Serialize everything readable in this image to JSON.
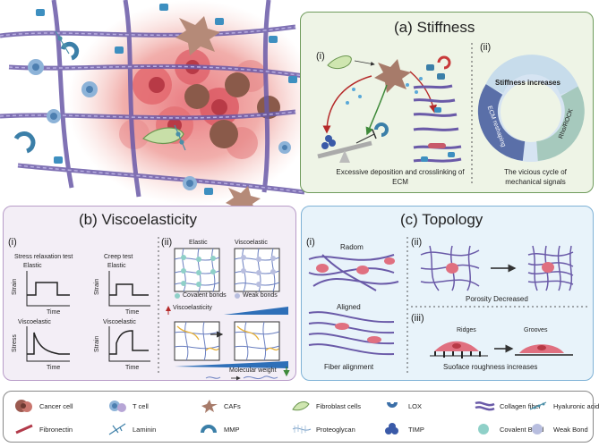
{
  "stiffness": {
    "title": "(a)  Stiffness",
    "sub_i": "(i)",
    "sub_ii": "(ii)",
    "caption_i": "Excessive deposition and crosslinking of ECM",
    "caption_ii": "The vicious cycle of mechanical signals",
    "ring_top": "Stiffness increases",
    "ring_left": "ECM reshaping",
    "ring_right": "Rho/ROCK",
    "colors": {
      "panel_bg": "#eef4e6",
      "panel_border": "#6f9b5c"
    }
  },
  "viscoelasticity": {
    "title": "(b)  Viscoelasticity",
    "sub_i": "(i)",
    "sub_ii": "(ii)",
    "stress_relaxation_test": "Stress relaxation test",
    "creep_test": "Creep test",
    "elastic": "Elastic",
    "viscoelastic": "Viscoelastic",
    "strain": "Strain",
    "stress": "Stress",
    "time": "Time",
    "covalent_bonds": "Covalent bonds",
    "weak_bonds": "Weak bonds",
    "viscoelasticity_up": "Viscoelasticity",
    "molecular_weight": "Molecular weight",
    "colors": {
      "panel_bg": "#f3eef6",
      "panel_border": "#b89cc8"
    }
  },
  "topology": {
    "title": "(c)  Topology",
    "sub_i": "(i)",
    "sub_ii": "(ii)",
    "sub_iii": "(iii)",
    "random": "Radom",
    "aligned": "Aligned",
    "fiber_alignment": "Fiber alignment",
    "porosity": "Porosity Decreased",
    "ridges": "Ridges",
    "grooves": "Grooves",
    "roughness": "Suoface roughness increases",
    "colors": {
      "panel_bg": "#e8f3fa",
      "panel_border": "#7fb2d6"
    }
  },
  "legend": {
    "items": [
      {
        "label": "Cancer cell",
        "icon": "cancer-cell-icon"
      },
      {
        "label": "T cell",
        "icon": "t-cell-icon"
      },
      {
        "label": "CAFs",
        "icon": "caf-icon"
      },
      {
        "label": "Fibroblast cells",
        "icon": "fibroblast-icon"
      },
      {
        "label": "LOX",
        "icon": "lox-icon"
      },
      {
        "label": "Collagen fiber",
        "icon": "collagen-icon"
      },
      {
        "label": "Hyaluronic acid",
        "icon": "hyaluronic-acid-icon"
      },
      {
        "label": "Fibronectin",
        "icon": "fibronectin-icon"
      },
      {
        "label": "Laminin",
        "icon": "laminin-icon"
      },
      {
        "label": "MMP",
        "icon": "mmp-icon"
      },
      {
        "label": "Proteoglycan",
        "icon": "proteoglycan-icon"
      },
      {
        "label": "TIMP",
        "icon": "timp-icon"
      },
      {
        "label": "Covalent Bond",
        "icon": "covalent-bond-icon"
      },
      {
        "label": "Weak Bond",
        "icon": "weak-bond-icon"
      }
    ]
  }
}
